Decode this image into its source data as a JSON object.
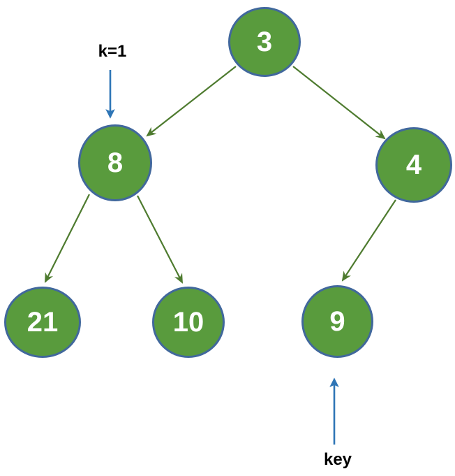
{
  "diagram": {
    "type": "binary-tree",
    "nodes": [
      {
        "id": "root",
        "value": "3"
      },
      {
        "id": "left",
        "value": "8"
      },
      {
        "id": "right",
        "value": "4"
      },
      {
        "id": "left-left",
        "value": "21"
      },
      {
        "id": "left-right",
        "value": "10"
      },
      {
        "id": "right-left",
        "value": "9"
      }
    ],
    "edges": [
      {
        "from": "3",
        "to": "8"
      },
      {
        "from": "3",
        "to": "4"
      },
      {
        "from": "8",
        "to": "21"
      },
      {
        "from": "8",
        "to": "10"
      },
      {
        "from": "4",
        "to": "9"
      }
    ],
    "annotations": [
      {
        "label": "k=1",
        "points_to": "8",
        "direction": "down"
      },
      {
        "label": "key",
        "points_to": "9",
        "direction": "up"
      }
    ],
    "colors": {
      "node_fill": "#599B3D",
      "node_border": "#41689C",
      "node_text": "#FFFFFF",
      "edge": "#4E7B2F",
      "annotation_arrow": "#2E75B6",
      "label_text": "#000000"
    }
  }
}
